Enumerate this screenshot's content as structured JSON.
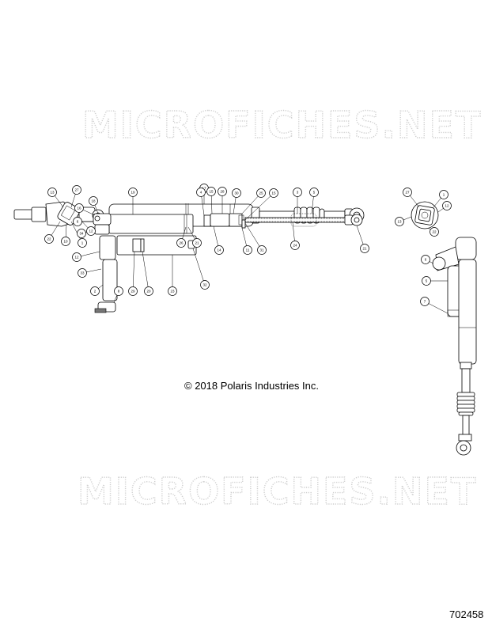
{
  "watermarks": [
    "MICROFICHES.NET",
    "MICROFICHES.NET"
  ],
  "copyright": "© 2018 Polaris Industries Inc.",
  "figure_number": "702458",
  "callouts": {
    "c13a": "13",
    "c27a": "27",
    "c18a": "18",
    "c12a": "12",
    "c22a": "22",
    "c10a": "10",
    "c1a": "1",
    "c17": "17",
    "c26a": "26",
    "c21a": "21",
    "c27b": "27",
    "c1b": "1",
    "c12b": "12",
    "c13b": "13",
    "c22b": "22",
    "c19": "19",
    "c4": "4",
    "c15a": "15",
    "c28": "28",
    "c30": "30",
    "c25": "25",
    "c15b": "15",
    "c3": "3",
    "c5a": "5",
    "c16": "16",
    "c6a": "6",
    "c34": "34",
    "c14": "14",
    "c11": "11",
    "c31": "31",
    "c24": "24",
    "c21b": "21",
    "c12c": "12",
    "c33": "33",
    "c2": "2",
    "c8": "8",
    "c29": "29",
    "c20": "20",
    "c23": "23",
    "c32": "32",
    "c6b": "6",
    "c5b": "5",
    "c7": "7"
  }
}
